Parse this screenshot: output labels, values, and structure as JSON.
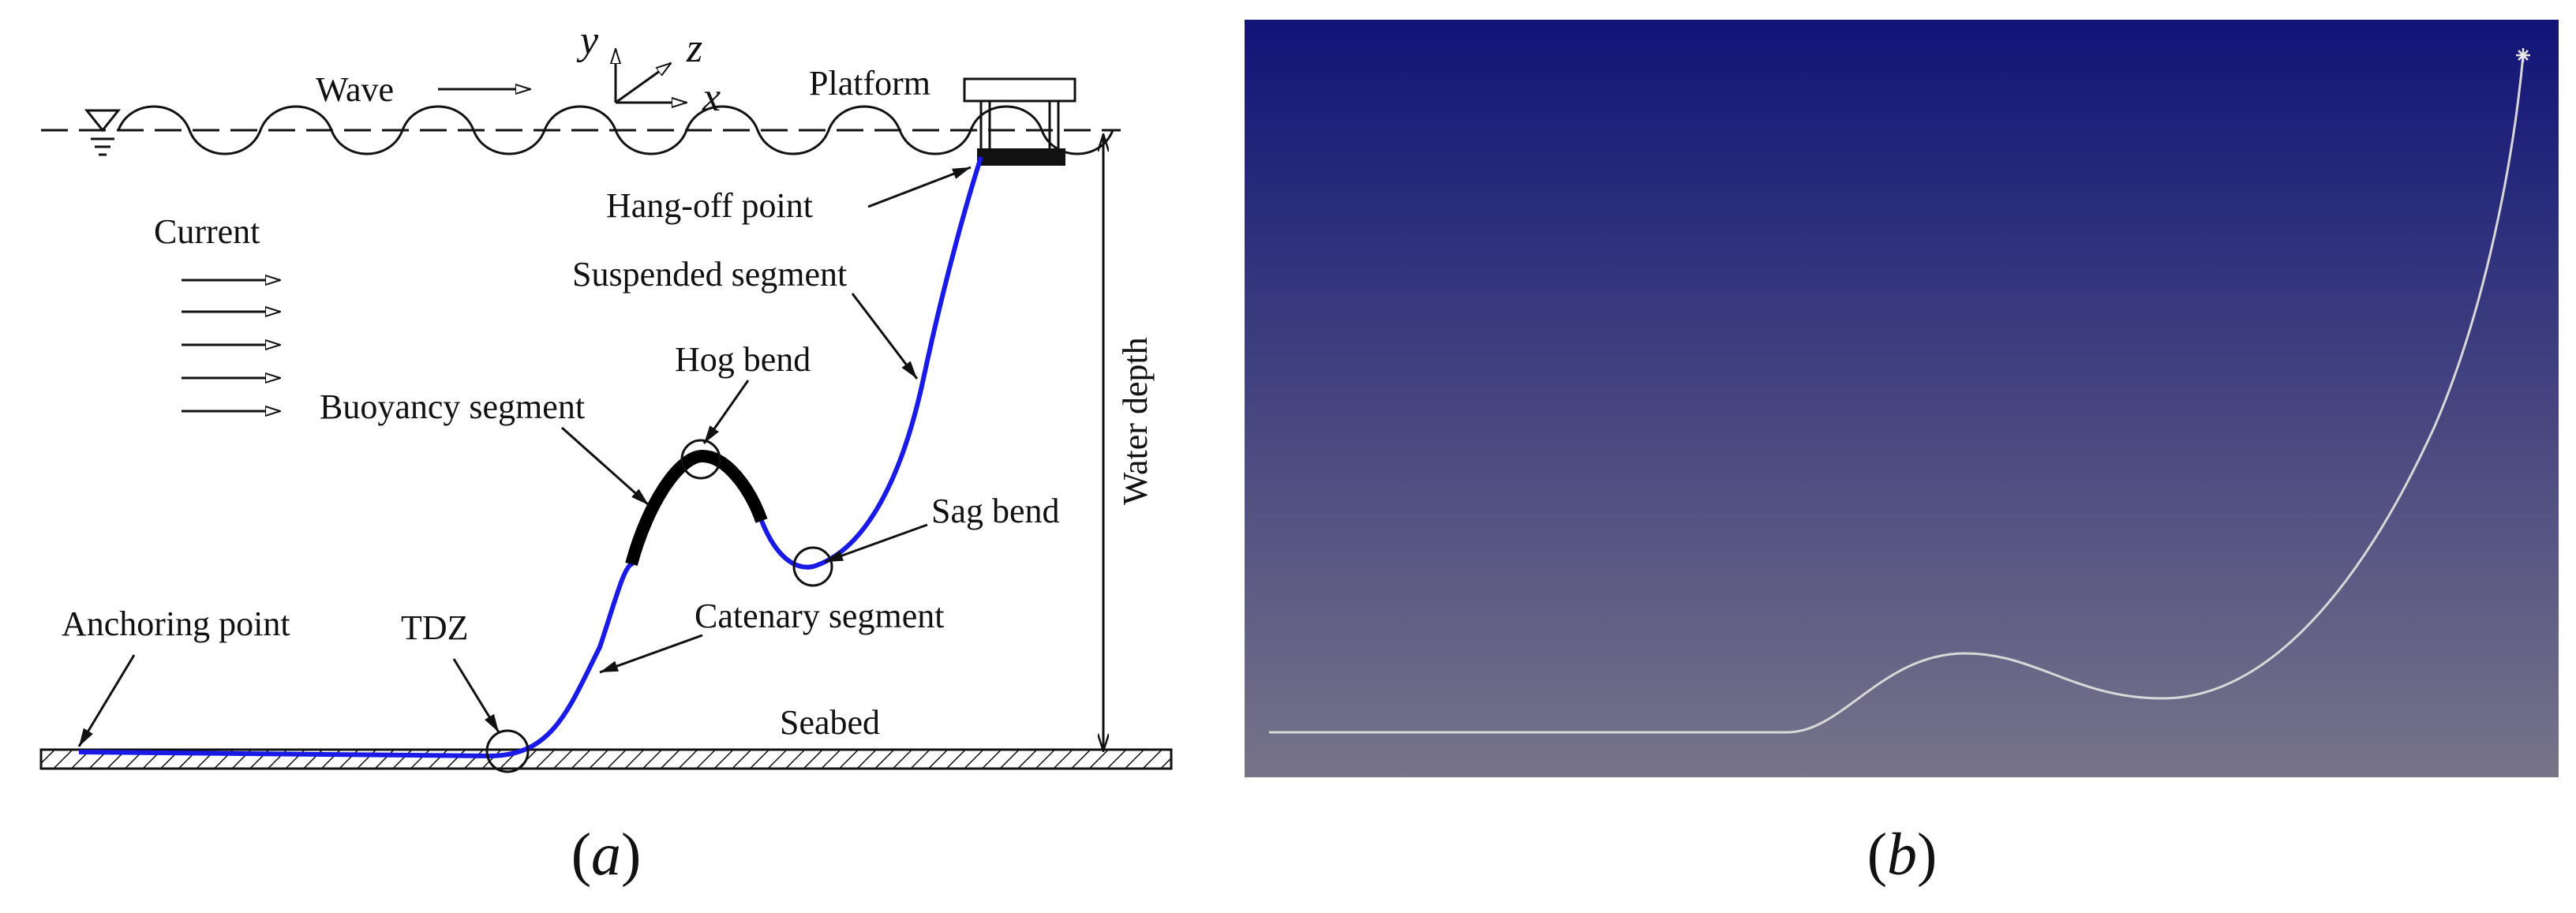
{
  "panel_a": {
    "caption": "a",
    "labels": {
      "wave": "Wave",
      "platform": "Platform",
      "hang_off_point": "Hang-off point",
      "current": "Current",
      "suspended_segment": "Suspended segment",
      "hog_bend": "Hog bend",
      "buoyancy_segment": "Buoyancy segment",
      "sag_bend": "Sag bend",
      "catenary_segment": "Catenary segment",
      "anchoring_point": "Anchoring point",
      "tdz": "TDZ",
      "seabed": "Seabed",
      "water_depth": "Water depth"
    },
    "axes": {
      "y": "y",
      "z": "z",
      "x": "x"
    },
    "colors": {
      "riser": "#1a1ae6",
      "buoyancy": "#000000",
      "line": "#111111"
    }
  },
  "panel_b": {
    "caption": "b",
    "colors": {
      "background_top": "#111477",
      "background_bottom": "#777489",
      "riser": "#d8d8d8"
    }
  }
}
